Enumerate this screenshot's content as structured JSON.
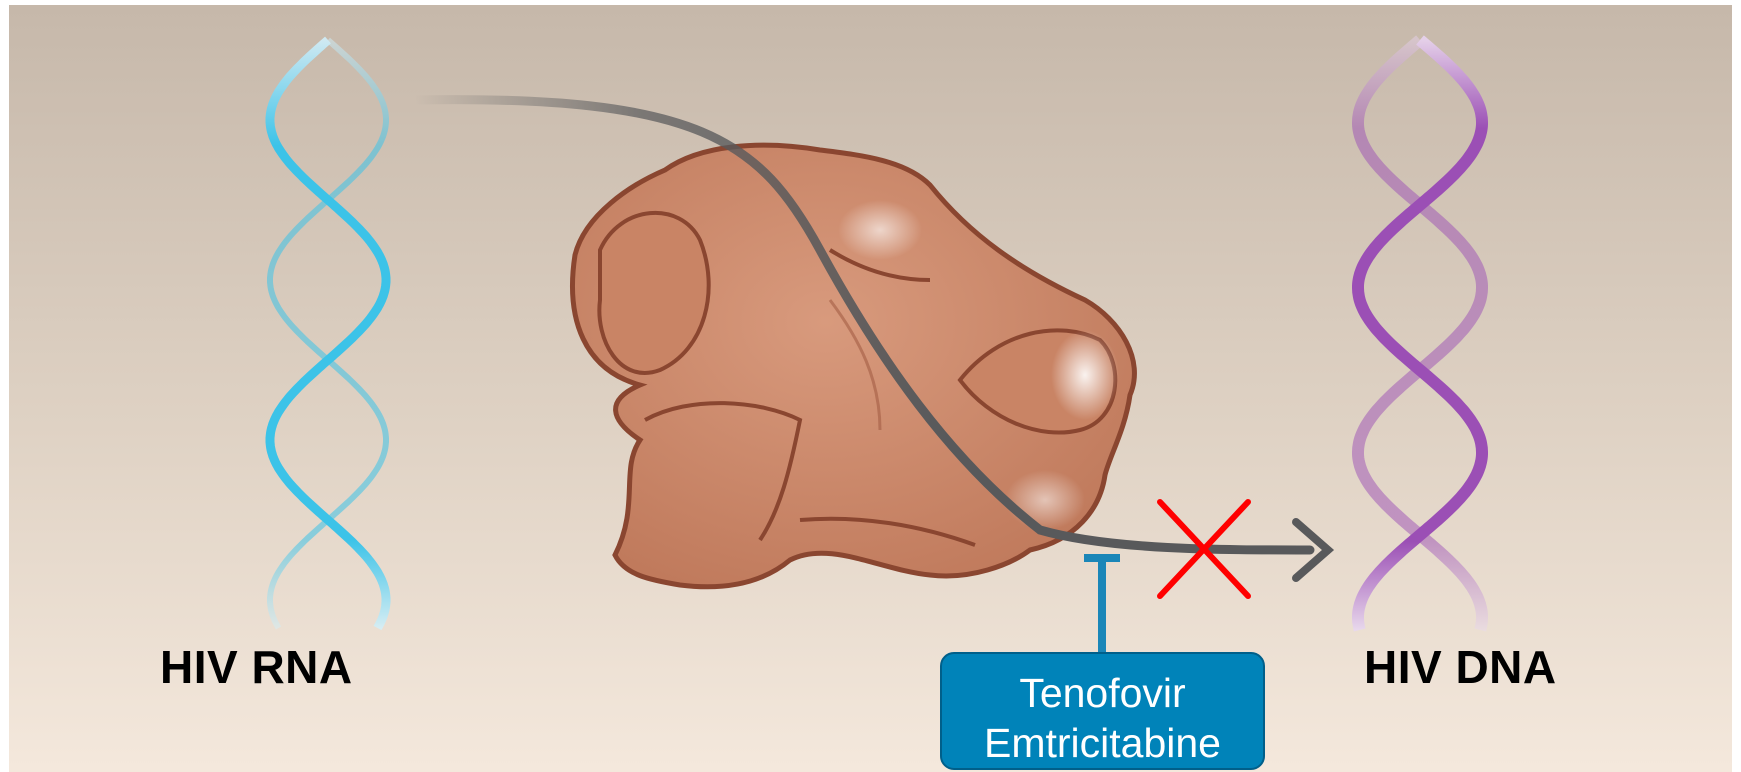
{
  "labels": {
    "rna": "HIV RNA",
    "dna": "HIV DNA"
  },
  "drug": {
    "line1": "Tenofovir",
    "line2": "Emtricitabine"
  },
  "colors": {
    "rna_helix": "#3cc3e8",
    "dna_helix": "#9b4fb5",
    "enzyme": "#c98465",
    "enzyme_outline": "#8a4630",
    "strand": "#58595b",
    "block_mark": "#ff0000",
    "drug_box": "#0083b9",
    "inhibitor": "#1a86b8"
  }
}
